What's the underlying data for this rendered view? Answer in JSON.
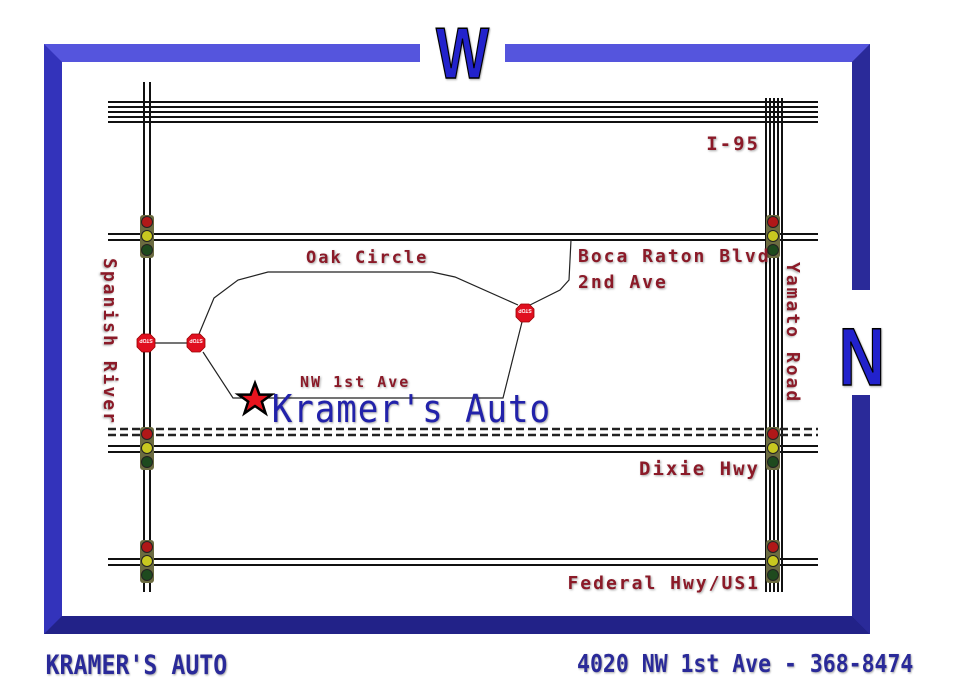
{
  "compass": {
    "west": "W",
    "north": "N"
  },
  "roads": {
    "i95": "I-95",
    "spanish_river": "Spanish River",
    "yamato_road": "Yamato Road",
    "oak_circle": "Oak Circle",
    "boca_raton_blvd": "Boca Raton Blvd",
    "second_ave": "2nd Ave",
    "nw_1st_ave": "NW 1st Ave",
    "dixie_hwy": "Dixie Hwy",
    "federal_hwy": "Federal Hwy/US1"
  },
  "business": {
    "name": "Kramer's Auto",
    "marker": "star-icon"
  },
  "stop_sign_text": "STOP",
  "footer": {
    "name": "KRAMER'S AUTO",
    "address": "4020 NW 1st Ave - 368-8474"
  },
  "colors": {
    "frame": "#3333bb",
    "label": "#8b1a28",
    "business": "#2222aa",
    "star": "#e8141e"
  }
}
